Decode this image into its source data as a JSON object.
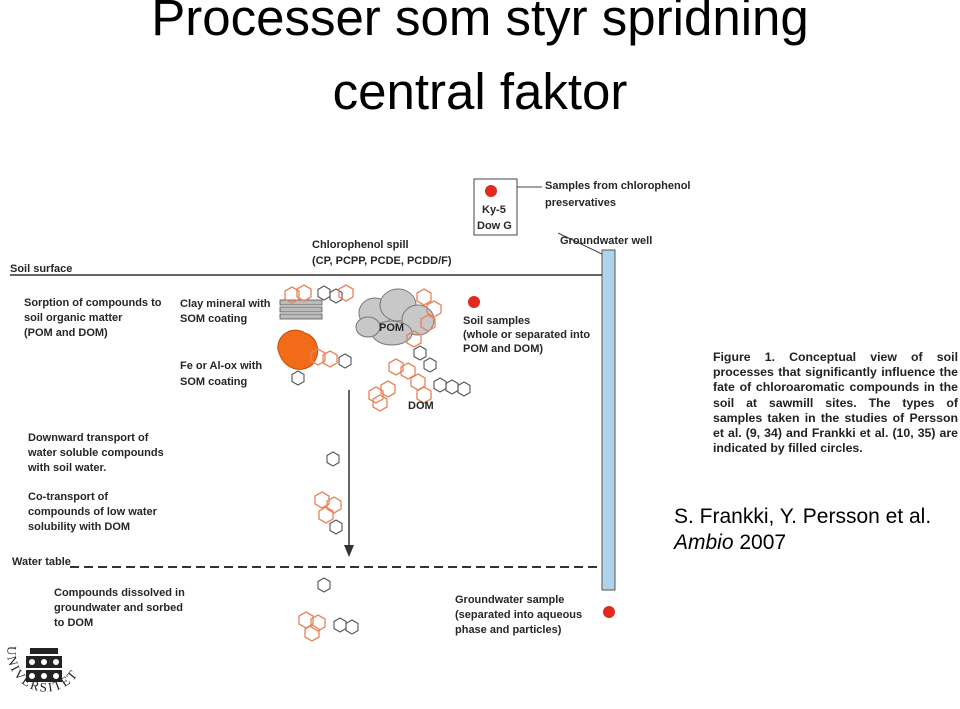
{
  "slide": {
    "title_line1": "Processer som styr spridning",
    "title_line2": "central faktor"
  },
  "figure": {
    "labels": {
      "samples_preservatives_1": "Samples from chlorophenol",
      "samples_preservatives_2": "preservatives",
      "ky5": "Ky-5",
      "dowg": "Dow G",
      "spill_1": "Chlorophenol spill",
      "spill_2": "(CP, PCPP, PCDE, PCDD/F)",
      "groundwater_well": "Groundwater well",
      "soil_surface": "Soil surface",
      "sorption_1": "Sorption of compounds to",
      "sorption_2": "soil organic matter",
      "sorption_3": "(POM and DOM)",
      "clay_1": "Clay mineral with",
      "clay_2": "SOM coating",
      "pom": "POM",
      "soil_samples_1": "Soil samples",
      "soil_samples_2": "(whole or separated into",
      "soil_samples_3": "POM and DOM)",
      "feal_1": "Fe or Al-ox with",
      "feal_2": "SOM coating",
      "dom": "DOM",
      "downward_1": "Downward transport of",
      "downward_2": "water soluble compounds",
      "downward_3": "with soil water.",
      "cotransport_1": "Co-transport of",
      "cotransport_2": "compounds of low water",
      "cotransport_3": "solubility with DOM",
      "water_table": "Water table",
      "dissolved_1": "Compounds dissolved in",
      "dissolved_2": "groundwater and sorbed",
      "dissolved_3": "to DOM",
      "gw_sample_1": "Groundwater sample",
      "gw_sample_2": "(separated into aqueous",
      "gw_sample_3": "phase and particles)"
    },
    "caption": "Figure 1. Conceptual view of soil processes that significantly influence the fate of chloroaromatic compounds in the soil at sawmill sites. The types of samples taken in the studies of Persson et al. (9, 34) and Frankki et al. (10, 35) are indicated by filled circles.",
    "colors": {
      "sample_dot": "#e02a1f",
      "well": "#aed3ea",
      "oxide": "#f26b18",
      "pom_cloud": "#c8c8c8",
      "molecule": "#e8835a"
    }
  },
  "citation": {
    "authors": "S. Frankki, Y. Persson et al.",
    "journal": "Ambio",
    "year": "2007"
  },
  "logo": {
    "arc_text": "UNIVERSITET",
    "icon": "university-crown-icon"
  }
}
